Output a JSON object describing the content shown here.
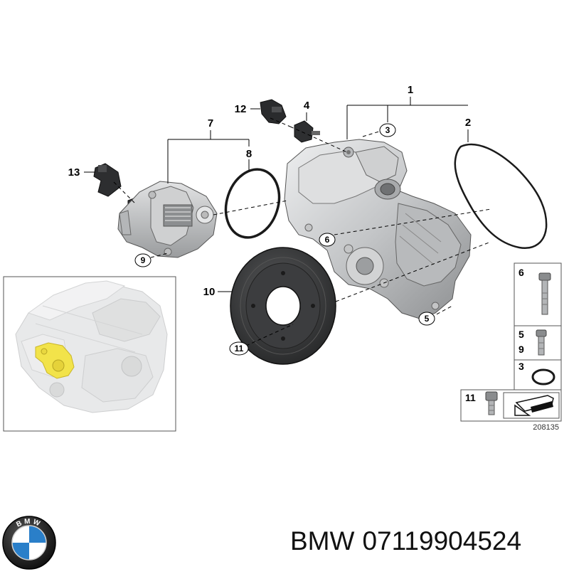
{
  "callouts": [
    {
      "id": "c1",
      "label": "1"
    },
    {
      "id": "c2",
      "label": "2"
    },
    {
      "id": "c3",
      "label": "3"
    },
    {
      "id": "c4",
      "label": "4"
    },
    {
      "id": "c5",
      "label": "5"
    },
    {
      "id": "c6",
      "label": "6"
    },
    {
      "id": "c7",
      "label": "7"
    },
    {
      "id": "c8",
      "label": "8"
    },
    {
      "id": "c9",
      "label": "9"
    },
    {
      "id": "c10",
      "label": "10"
    },
    {
      "id": "c11",
      "label": "11"
    },
    {
      "id": "c12",
      "label": "12"
    },
    {
      "id": "c13",
      "label": "13"
    }
  ],
  "legend": {
    "rows": [
      {
        "labels": [
          "6"
        ]
      },
      {
        "labels": [
          "5",
          "9"
        ]
      },
      {
        "labels": [
          "3"
        ]
      },
      {
        "labels": [
          "11"
        ]
      }
    ],
    "diagram_code": "208135"
  },
  "footer": {
    "brand": "BMW",
    "part_number": "07119904524",
    "logo_letters": "BMW"
  },
  "colors": {
    "metal_light": "#d9dadb",
    "metal_mid": "#a9abad",
    "metal_dark": "#6f7173",
    "pulley": "#3a3b3d",
    "highlight_yellow": "#f2e34a",
    "bmw_blue": "#2a7fc9",
    "logo_ring": "#1c1c1c"
  }
}
